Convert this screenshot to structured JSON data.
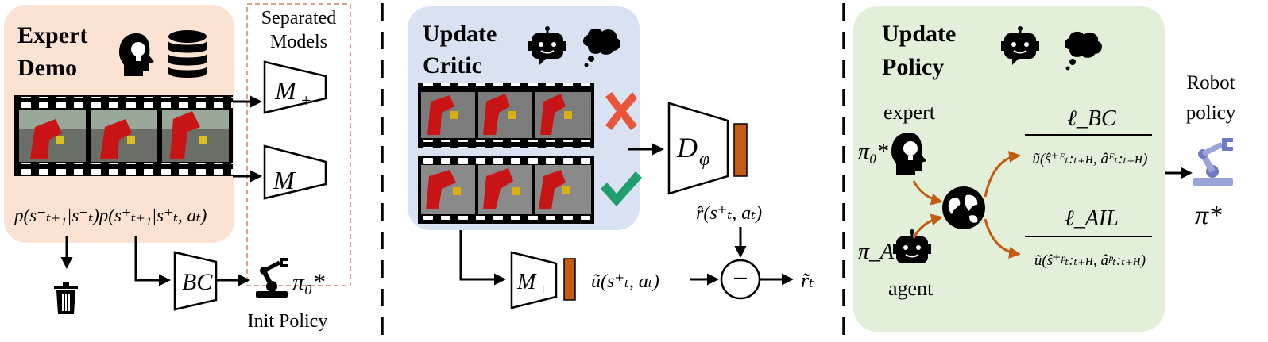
{
  "expert_demo": {
    "title_line1": "Expert",
    "title_line2": "Demo",
    "separated_line1": "Separated",
    "separated_line2": "Models",
    "model_plus": "M",
    "model_plus_sub": "+",
    "model_minus": "M",
    "model_minus_sub": "−",
    "prob_formula": "p(s⁻ₜ₊₁|s⁻ₜ)p(s⁺ₜ₊₁|s⁺ₜ, aₜ)",
    "bc_label": "BC",
    "init_policy_symbol": "π₀*",
    "init_policy_label": "Init Policy"
  },
  "update_critic": {
    "title_line1": "Update",
    "title_line2": "Critic",
    "discriminator": "D",
    "discriminator_sub": "φ",
    "reward_hat": "r̂(s⁺ₜ, aₜ)",
    "model_plus": "M",
    "model_plus_sub": "+",
    "u_tilde": "ũ(s⁺ₜ, aₜ)",
    "minus_op": "−",
    "r_tilde": "r̃ₜ"
  },
  "update_policy": {
    "title_line1": "Update",
    "title_line2": "Policy",
    "expert_label": "expert",
    "expert_symbol": "π₀*",
    "agent_symbol": "π_A",
    "agent_label": "agent",
    "loss_bc": "ℓ_BC",
    "loss_bc_denom": "ũ(ŝ⁺ᴱₜ:ₜ₊ʜ, âᴱₜ:ₜ₊ʜ)",
    "loss_ail": "ℓ_AIL",
    "loss_ail_denom": "ũ(ŝ⁺ᵖₜ:ₜ₊ʜ, âᵖₜ:ₜ₊ʜ)",
    "robot_policy_line1": "Robot",
    "robot_policy_line2": "policy",
    "final_symbol": "π*"
  },
  "colors": {
    "expert_bg": "#fbe2d3",
    "critic_bg": "#d9e2f3",
    "policy_bg": "#e2efd9",
    "accent_orange": "#c55a11",
    "cross_red": "#e8553b",
    "check_green": "#1f9e6e",
    "dashed_box": "#d9a08a"
  }
}
